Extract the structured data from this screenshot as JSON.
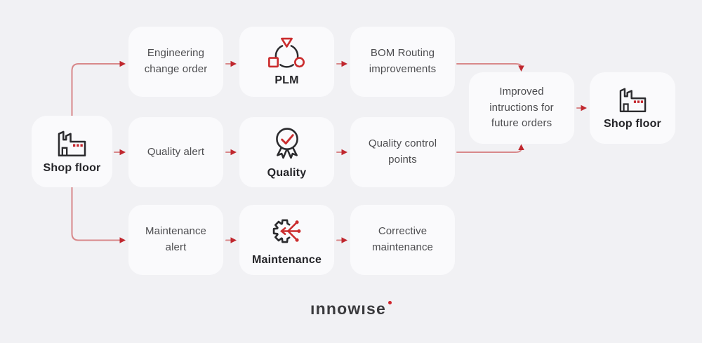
{
  "colors": {
    "background": "#f1f1f4",
    "card": "#fafafc",
    "arrow_line": "#d8888a",
    "arrow_head": "#c0272e",
    "icon_red": "#cb2d2e",
    "icon_dark": "#2b2b2e",
    "logo_dot": "#d0242b"
  },
  "nodes": {
    "source": {
      "label": "Shop floor",
      "icon": "factory-icon"
    },
    "engineering_change_order": {
      "label": "Engineering change order"
    },
    "plm": {
      "label": "PLM",
      "icon": "plm-icon"
    },
    "bom_routing": {
      "label": "BOM Routing improvements"
    },
    "quality_alert": {
      "label": "Quality alert"
    },
    "quality": {
      "label": "Quality",
      "icon": "quality-icon"
    },
    "quality_control_points": {
      "label": "Quality control points"
    },
    "maintenance_alert": {
      "label": "Maintenance alert"
    },
    "maintenance": {
      "label": "Maintenance",
      "icon": "maintenance-icon"
    },
    "corrective_maintenance": {
      "label": "Corrective maintenance"
    },
    "improved_instructions": {
      "label": "Improved intructions for future orders"
    },
    "destination": {
      "label": "Shop floor",
      "icon": "factory-icon"
    }
  },
  "footer": {
    "logo_text": "ınnowıse"
  }
}
